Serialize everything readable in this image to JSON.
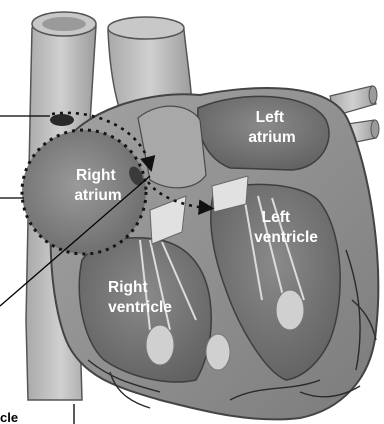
{
  "labels": {
    "right_atrium": [
      "Right",
      "atrium"
    ],
    "left_atrium": [
      "Left",
      "atrium"
    ],
    "left_ventricle": [
      "Left",
      "ventricle"
    ],
    "right_ventricle": [
      "Right",
      "ventricle"
    ],
    "bottom_caption_fragment": "cle"
  },
  "colors": {
    "background": "#ffffff",
    "vessel_fill": "#b9b9b9",
    "wall_fill": "#8f8f8f",
    "chamber_fill": "#6f6f6f",
    "valve_fill": "#d9d9d9",
    "pointer_line": "#000000",
    "label_text": "#ffffff"
  }
}
